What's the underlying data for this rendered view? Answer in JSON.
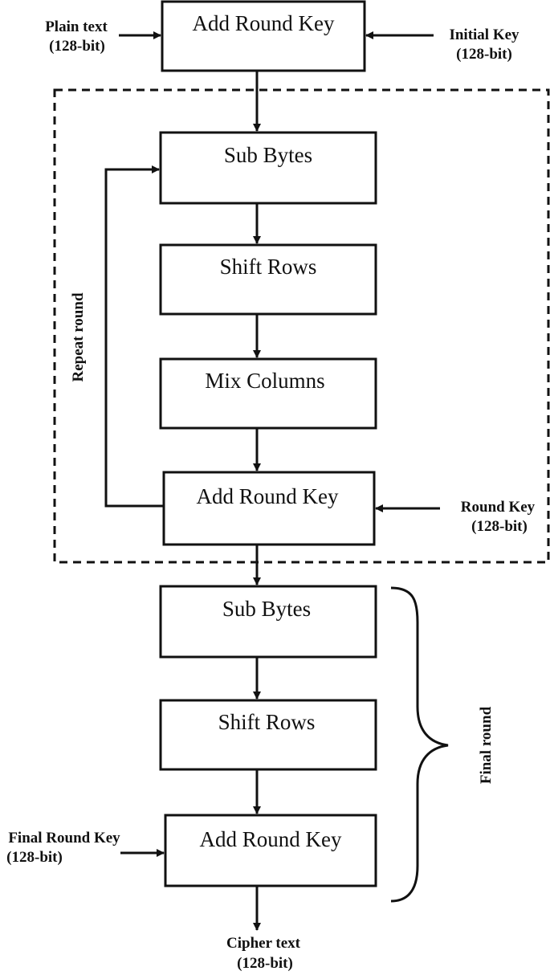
{
  "diagram": {
    "boxes": {
      "initial_add_round_key": "Add Round Key",
      "sub_bytes": "Sub Bytes",
      "shift_rows": "Shift Rows",
      "mix_columns": "Mix Columns",
      "round_add_round_key": "Add Round Key",
      "final_sub_bytes": "Sub Bytes",
      "final_shift_rows": "Shift Rows",
      "final_add_round_key": "Add Round Key"
    },
    "inputs": {
      "plain_text": "Plain text",
      "plain_text_bits": "(128-bit)",
      "initial_key": "Initial Key",
      "initial_key_bits": "(128-bit)",
      "round_key": "Round Key",
      "round_key_bits": "(128-bit)",
      "final_round_key": "Final Round Key",
      "final_round_key_bits": "(128-bit)"
    },
    "output": {
      "cipher_text": "Cipher text",
      "cipher_text_bits": "(128-bit)"
    },
    "groups": {
      "repeat_round": "Repeat round",
      "final_round": "Final round"
    }
  }
}
